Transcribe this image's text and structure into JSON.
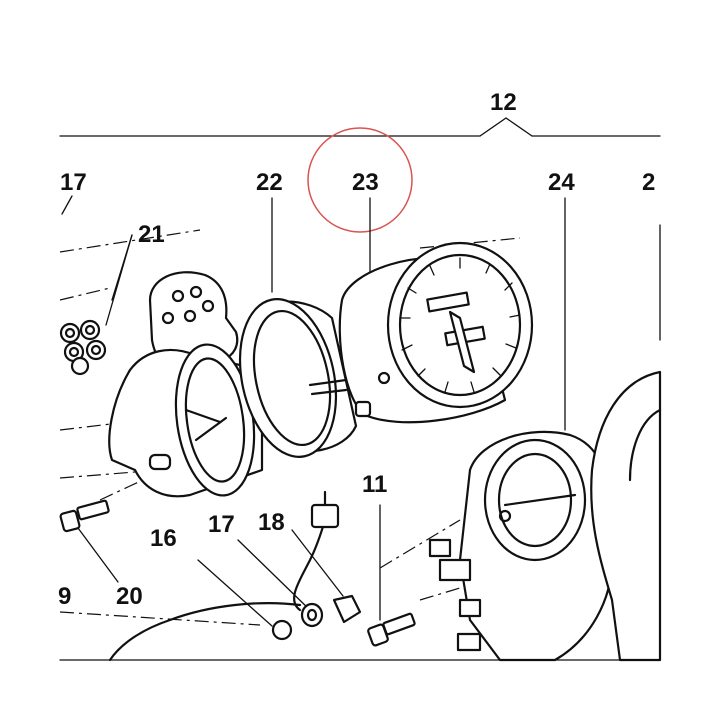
{
  "diagram": {
    "callouts": {
      "c12": "12",
      "c17a": "17",
      "c22": "22",
      "c23": "23",
      "c24": "24",
      "c2": "2",
      "c21": "21",
      "c11": "11",
      "c16": "16",
      "c17b": "17",
      "c18": "18",
      "c19": "9",
      "c20": "20"
    },
    "highlight": {
      "target": "23",
      "color": "#d9534f"
    },
    "colors": {
      "line": "#111111",
      "background": "#ffffff"
    }
  }
}
